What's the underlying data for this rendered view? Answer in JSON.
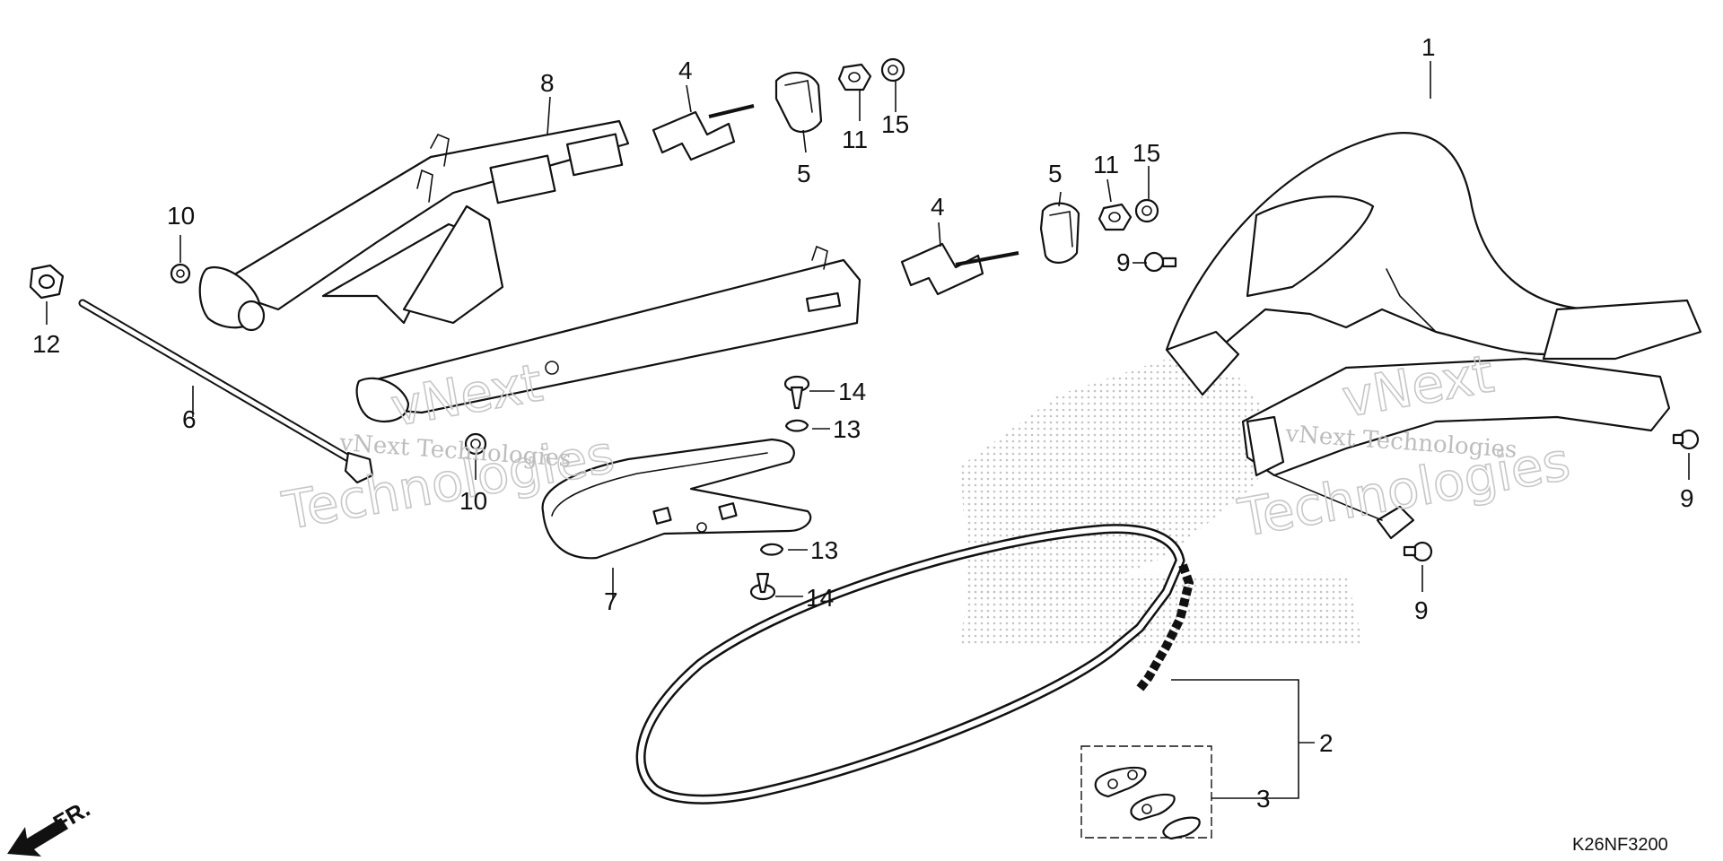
{
  "diagram": {
    "code": "K26NF3200",
    "front_marker": "FR.",
    "watermarks": [
      "vNext Technologies",
      "vNext Technologies"
    ],
    "callouts": [
      {
        "id": "c1",
        "text": "1"
      },
      {
        "id": "c2",
        "text": "2"
      },
      {
        "id": "c3",
        "text": "3"
      },
      {
        "id": "c4a",
        "text": "4"
      },
      {
        "id": "c4b",
        "text": "4"
      },
      {
        "id": "c5a",
        "text": "5"
      },
      {
        "id": "c5b",
        "text": "5"
      },
      {
        "id": "c6",
        "text": "6"
      },
      {
        "id": "c7",
        "text": "7"
      },
      {
        "id": "c8",
        "text": "8"
      },
      {
        "id": "c9a",
        "text": "9"
      },
      {
        "id": "c9b",
        "text": "9"
      },
      {
        "id": "c9c",
        "text": "9"
      },
      {
        "id": "c10a",
        "text": "10"
      },
      {
        "id": "c10b",
        "text": "10"
      },
      {
        "id": "c11a",
        "text": "11"
      },
      {
        "id": "c11b",
        "text": "11"
      },
      {
        "id": "c12",
        "text": "12"
      },
      {
        "id": "c13a",
        "text": "13"
      },
      {
        "id": "c13b",
        "text": "13"
      },
      {
        "id": "c14a",
        "text": "14"
      },
      {
        "id": "c14b",
        "text": "14"
      },
      {
        "id": "c15a",
        "text": "15"
      },
      {
        "id": "c15b",
        "text": "15"
      }
    ]
  }
}
